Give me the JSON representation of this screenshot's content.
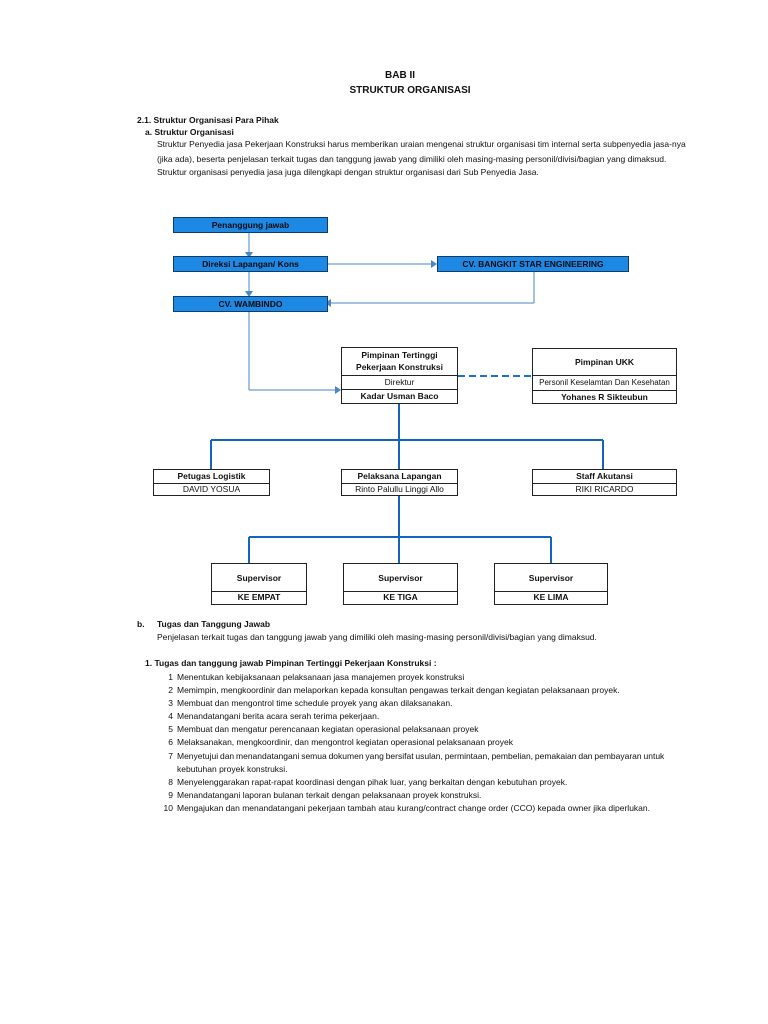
{
  "heading": {
    "chapter": "BAB II",
    "title": "STRUKTUR ORGANISASI"
  },
  "section_2_1": {
    "title": "2.1. Struktur Organisasi Para Pihak",
    "sub_a": "a.  Struktur Organisasi",
    "para_lines": [
      "Struktur Penyedia jasa Pekerjaan Konstruksi harus memberikan uraian mengenai struktur organisasi tim internal serta subpenyedia jasa-nya",
      "(jika ada), beserta penjelasan terkait tugas dan tanggung jawab yang dimiliki oleh masing-masing personil/divisi/bagian yang dimaksud.",
      "Struktur organisasi penyedia jasa juga dilengkapi dengan struktur organisasi dari Sub Penyedia Jasa."
    ]
  },
  "org_chart": {
    "penanggung": "Penanggung jawab",
    "direksi": "Direksi Lapangan/ Kons",
    "bangkit": "CV. BANGKIT STAR ENGINEERING",
    "wambindo": "CV. WAMBINDO",
    "pimpinan": {
      "title_line1": "Pimpinan Tertinggi",
      "title_line2": "Pekerjaan Konstruksi",
      "role": "Direktur",
      "name": "Kadar Usman Baco"
    },
    "ukk": {
      "title": "Pimpinan UKK",
      "role": "Personil Keselamtan Dan Kesehatan",
      "name": "Yohanes R Sikteubun"
    },
    "logistik": {
      "title": "Petugas Logistik",
      "name": "DAVID YOSUA"
    },
    "pelaksana": {
      "title": "Pelaksana Lapangan",
      "name": "Rinto Palullu Linggi Allo"
    },
    "akutansi": {
      "title": "Staff Akutansi",
      "name": "RIKI RICARDO"
    },
    "supervisors": [
      {
        "title": "Supervisor",
        "name": "KE EMPAT"
      },
      {
        "title": "Supervisor",
        "name": "KE TIGA"
      },
      {
        "title": "Supervisor",
        "name": "KE LIMA"
      }
    ],
    "colors": {
      "box_fill": "#1e88e5",
      "line": "#1565c0",
      "dashed": "#1e6fd0"
    }
  },
  "section_b": {
    "label": "b.",
    "title": "Tugas dan Tanggung Jawab",
    "para": "Penjelasan terkait tugas dan tanggung jawab yang dimiliki oleh masing-masing personil/divisi/bagian yang dimaksud."
  },
  "tasks": {
    "heading": "1.   Tugas dan tanggung jawab Pimpinan Tertinggi Pekerjaan Konstruksi :",
    "items": [
      {
        "n": "1",
        "lines": [
          "Menentukan kebijaksanaan pelaksanaan jasa manajemen proyek konstruksi"
        ]
      },
      {
        "n": "2",
        "lines": [
          "Memimpin, mengkoordinir dan melaporkan kepada konsultan pengawas terkait dengan kegiatan pelaksanaan proyek."
        ]
      },
      {
        "n": "3",
        "lines": [
          "Membuat dan mengontrol time schedule proyek yang akan dilaksanakan."
        ]
      },
      {
        "n": "4",
        "lines": [
          "Menandatangani berita acara serah terima pekerjaan."
        ]
      },
      {
        "n": "5",
        "lines": [
          "Membuat dan mengatur perencanaan kegiatan operasional pelaksanaan proyek"
        ]
      },
      {
        "n": "6",
        "lines": [
          "Melaksanakan, mengkoordinir, dan mengontrol kegiatan operasional pelaksanaan proyek"
        ]
      },
      {
        "n": "7",
        "lines": [
          "Menyetujui  dan  menandatangani  semua  dokumen  yang  bersifat  usulan,  permintaan,  pembelian,  pemakaian  dan  pembayaran  untuk",
          "kebutuhan proyek konstruksi."
        ]
      },
      {
        "n": "8",
        "lines": [
          "Menyelenggarakan rapat-rapat koordinasi dengan pihak luar, yang berkaitan dengan kebutuhan proyek."
        ]
      },
      {
        "n": "9",
        "lines": [
          "Menandatangani laporan bulanan terkait dengan pelaksanaan proyek konstruksi."
        ]
      },
      {
        "n": "10",
        "lines": [
          "Mengajukan dan menandatangani pekerjaan tambah atau kurang/contract change order (CCO) kepada owner jika diperlukan."
        ]
      }
    ]
  }
}
